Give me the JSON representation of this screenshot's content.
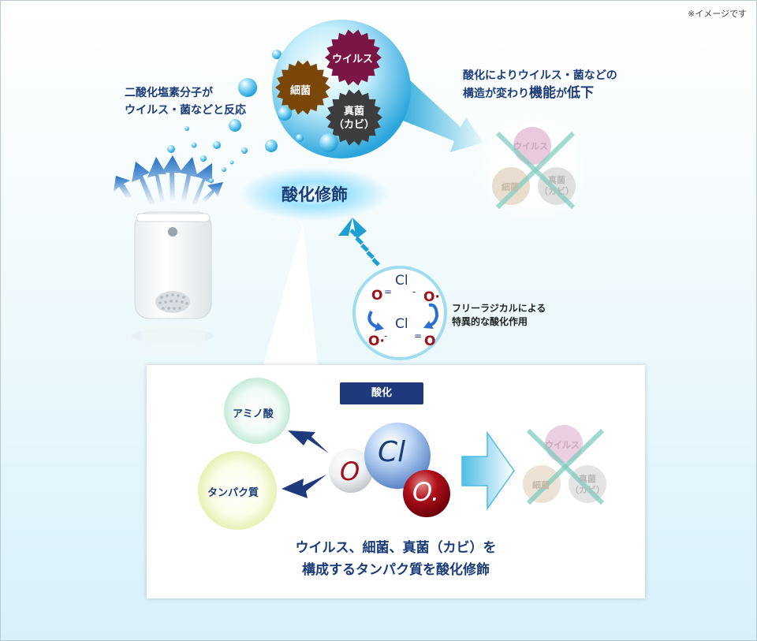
{
  "note": "※イメージです",
  "reaction_caption_line1": "二酸化塩素分子が",
  "reaction_caption_line2": "ウイルス・菌などと反応",
  "sphere_labels": {
    "virus": "ウイルス",
    "bacteria": "細菌",
    "fungus_line1": "真菌",
    "fungus_line2": "（カビ）"
  },
  "result_caption_line1": "酸化によりウイルス・菌などの",
  "result_caption_line2_prefix": "構造が変わり",
  "result_caption_line2_emph1": "機能",
  "result_caption_line2_mid": "が",
  "result_caption_line2_emph2": "低下",
  "faded_labels": {
    "virus": "ウイルス",
    "bacteria": "細菌",
    "fungus_line1": "真菌",
    "fungus_line2": "（カビ）"
  },
  "oxidation_modification": "酸化修飾",
  "free_radical_line1": "フリーラジカルによる",
  "free_radical_line2": "特異的な酸化作用",
  "molecule_symbols": {
    "o": "O",
    "cl": "Cl",
    "o_radical": "O·"
  },
  "oxidation_badge": "酸化",
  "amino_acid": "アミノ酸",
  "protein": "タンパク質",
  "molecule_big": {
    "o": "O",
    "cl": "Cl",
    "o_radical": "O."
  },
  "bottom_line1": "ウイルス、細菌、真菌（カビ）を",
  "bottom_line2": "構成するタンパク質を酸化修飾",
  "colors": {
    "navy": "#1b3c78",
    "virus": "#7a1545",
    "bacteria": "#7a4708",
    "fungus": "#3d3d3d",
    "oxygen": "#a0101a"
  }
}
